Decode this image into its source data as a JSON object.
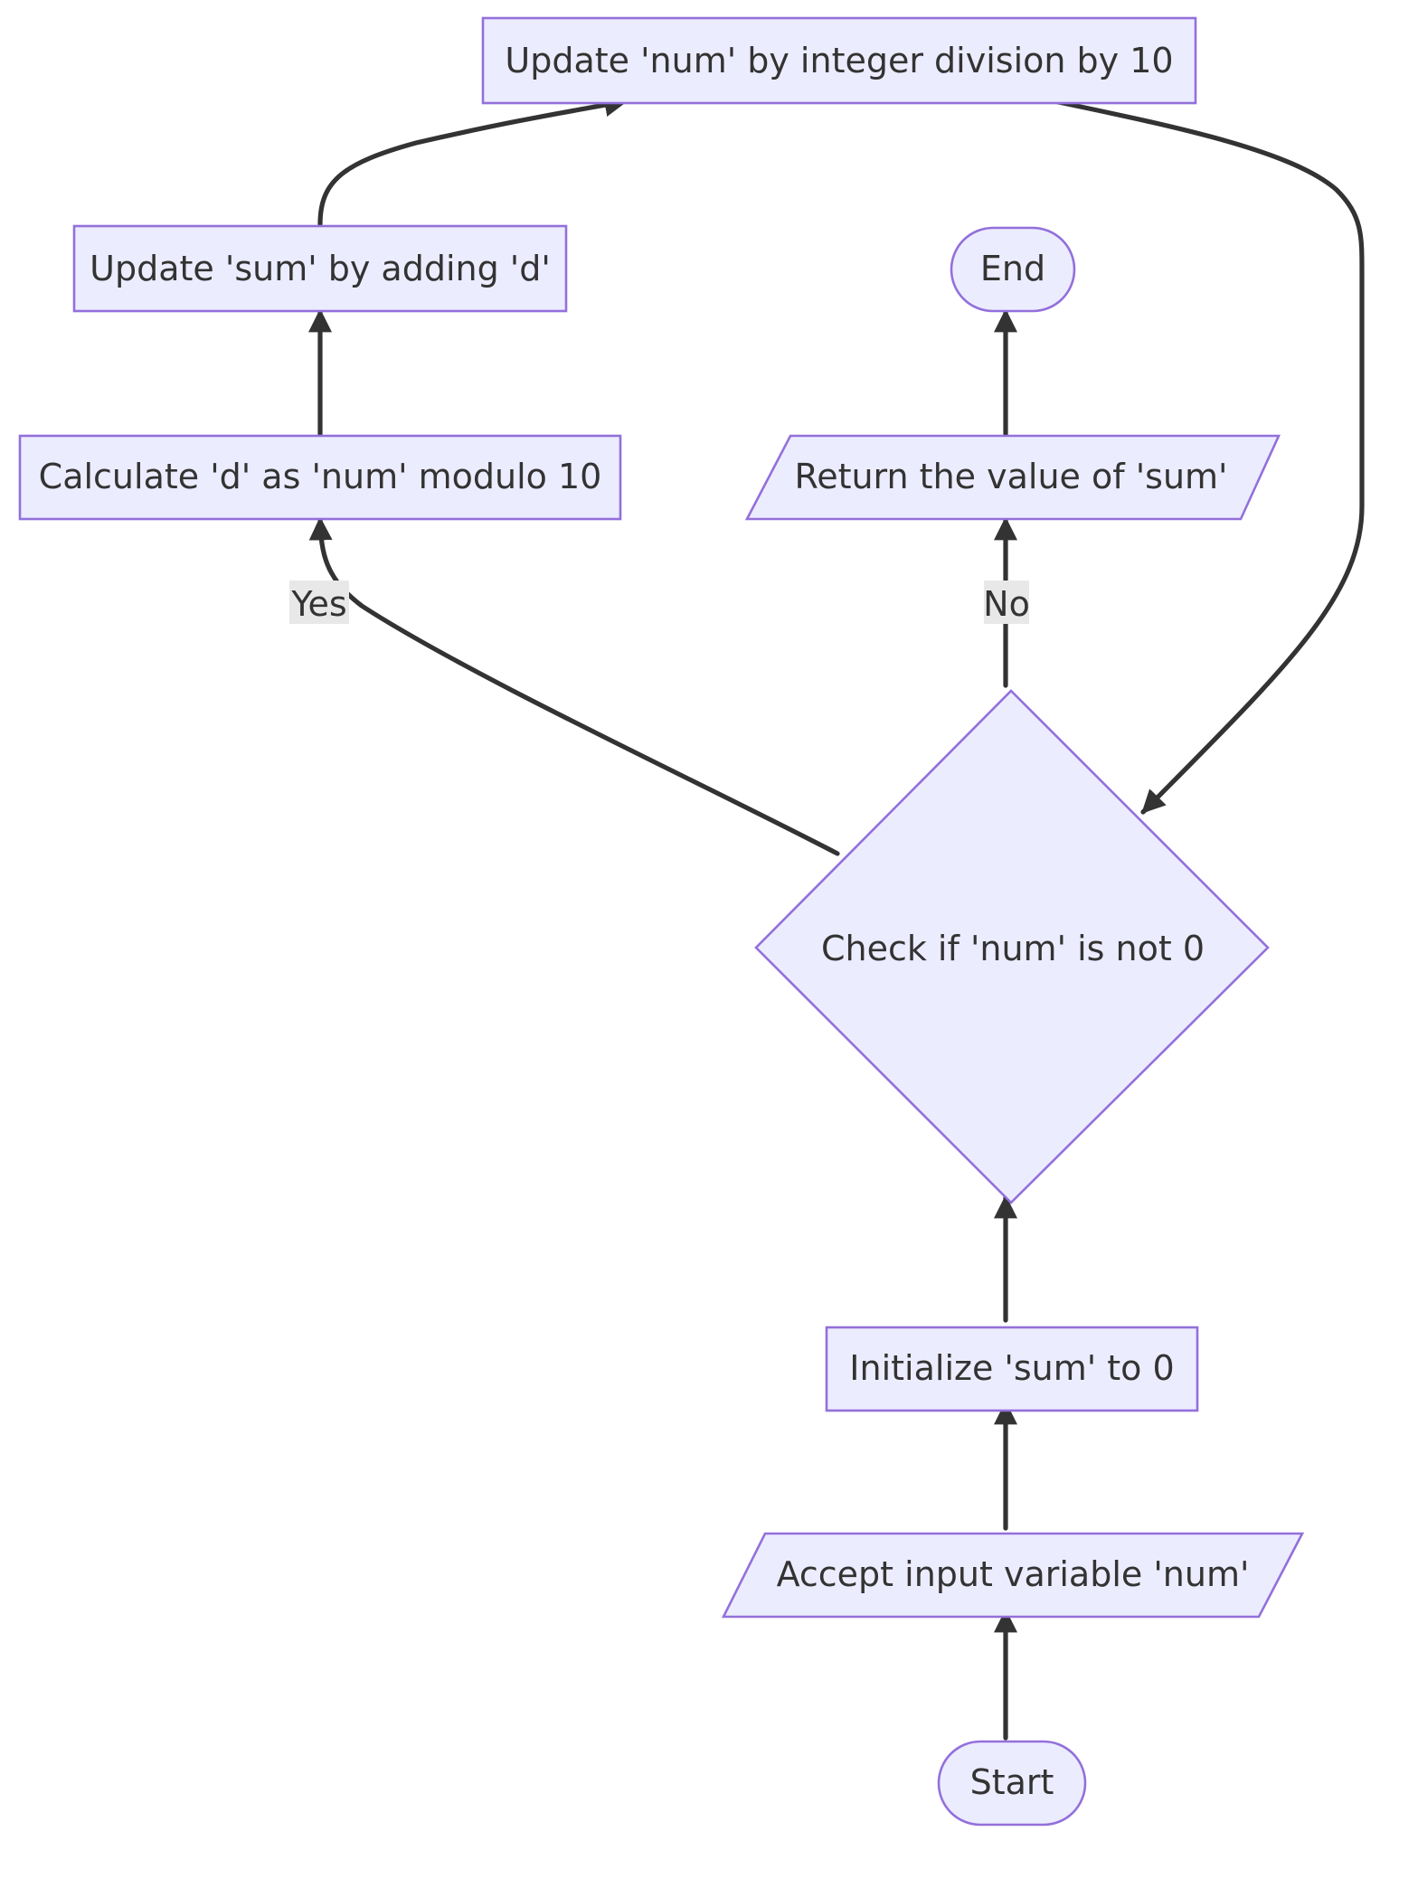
{
  "nodes": {
    "start": "Start",
    "accept_input": "Accept input variable 'num'",
    "init_sum": "Initialize 'sum' to 0",
    "check_num": "Check if 'num' is not 0",
    "return_sum": "Return the value of 'sum'",
    "end": "End",
    "calc_d": "Calculate 'd' as 'num' modulo 10",
    "update_sum": "Update 'sum' by adding 'd'",
    "update_num": "Update 'num' by integer division by 10"
  },
  "edges": {
    "yes_label": "Yes",
    "no_label": "No"
  },
  "colors": {
    "node_fill": "#ECECFF",
    "node_stroke": "#9370DB",
    "edge": "#333333",
    "label_bg": "#e8e8e8"
  }
}
